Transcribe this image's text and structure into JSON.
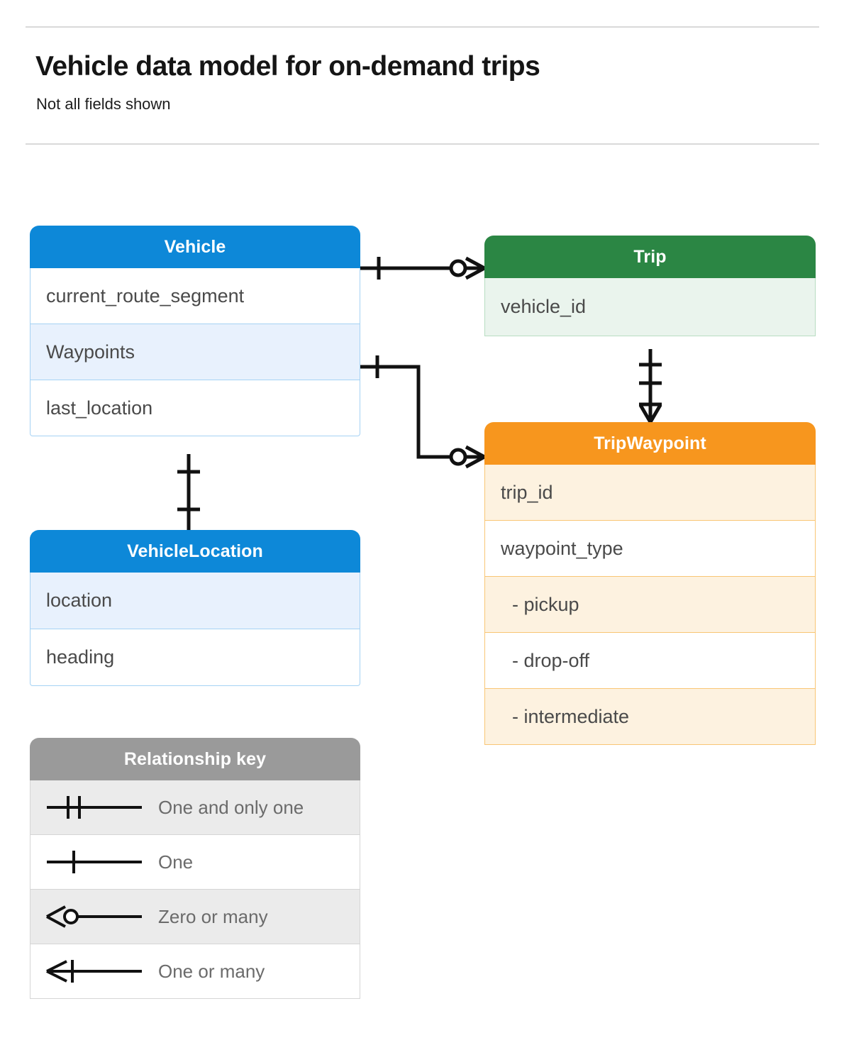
{
  "header": {
    "title": "Vehicle data model for on-demand trips",
    "subtitle": "Not all fields shown"
  },
  "colors": {
    "vehicle_header": "#0d88d8",
    "vehicle_row_alt": "#e8f1fd",
    "vehicle_border": "#a5d2f4",
    "trip_header": "#2b8644",
    "trip_row_alt": "#eaf4ed",
    "trip_border": "#b8ddc2",
    "tripwaypoint_header": "#f7961e",
    "tripwaypoint_row_alt": "#fdf2e0",
    "tripwaypoint_border": "#f9c675",
    "legend_header": "#9a9a9a",
    "legend_row_alt": "#ebebeb",
    "text_field": "#4a4a4a",
    "rule": "#d9d9d9",
    "connector": "#111111"
  },
  "entities": {
    "vehicle": {
      "title": "Vehicle",
      "fields": [
        {
          "label": "current_route_segment"
        },
        {
          "label": "Waypoints"
        },
        {
          "label": "last_location"
        }
      ]
    },
    "vehicle_location": {
      "title": "VehicleLocation",
      "fields": [
        {
          "label": "location"
        },
        {
          "label": "heading"
        }
      ]
    },
    "trip": {
      "title": "Trip",
      "fields": [
        {
          "label": "vehicle_id"
        }
      ]
    },
    "trip_waypoint": {
      "title": "TripWaypoint",
      "fields": [
        {
          "label": "trip_id"
        },
        {
          "label": "waypoint_type"
        },
        {
          "label": "-  pickup"
        },
        {
          "label": "-  drop-off"
        },
        {
          "label": "-  intermediate"
        }
      ]
    }
  },
  "legend": {
    "title": "Relationship key",
    "items": [
      {
        "symbol": "one-and-only-one",
        "label": "One and only one"
      },
      {
        "symbol": "one",
        "label": "One"
      },
      {
        "symbol": "zero-or-many",
        "label": "Zero or many"
      },
      {
        "symbol": "one-or-many",
        "label": "One or many"
      }
    ]
  },
  "relationships": [
    {
      "from": "Vehicle",
      "to": "Trip",
      "from_cardinality": "one",
      "to_cardinality": "zero-or-many"
    },
    {
      "from": "Vehicle.Waypoints",
      "to": "TripWaypoint",
      "from_cardinality": "one",
      "to_cardinality": "zero-or-many"
    },
    {
      "from": "Trip",
      "to": "TripWaypoint",
      "from_cardinality": "one-and-only-one",
      "to_cardinality": "one-or-many"
    },
    {
      "from": "Vehicle",
      "to": "VehicleLocation",
      "from_cardinality": "one",
      "to_cardinality": "one"
    }
  ]
}
